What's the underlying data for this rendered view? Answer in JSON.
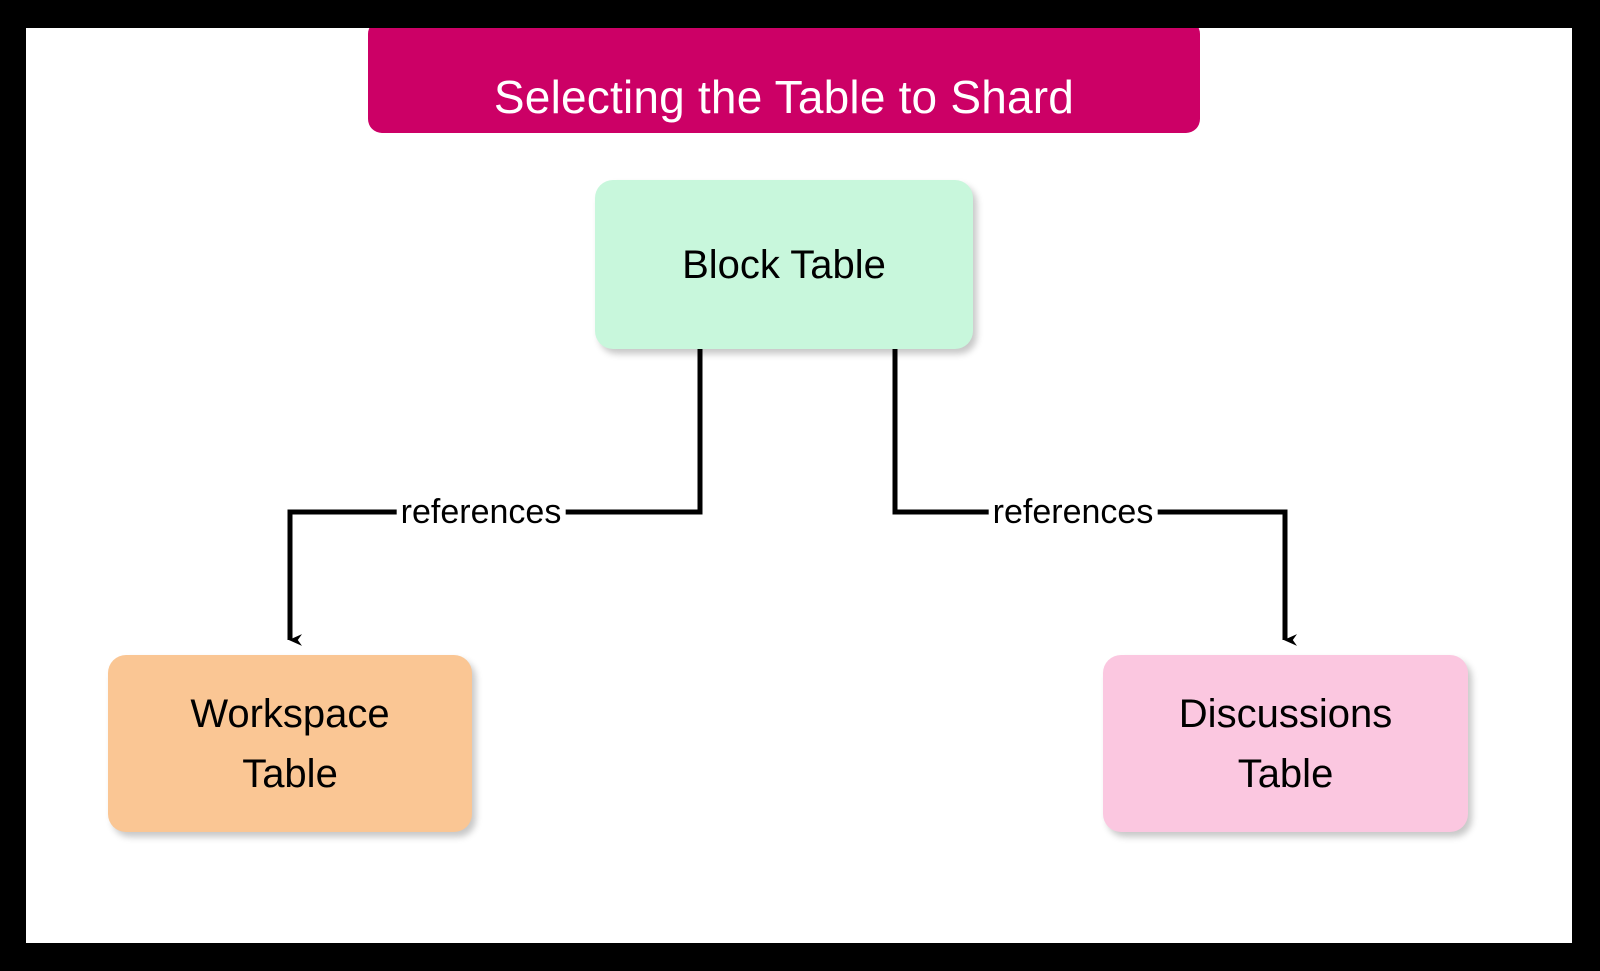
{
  "diagram": {
    "title": "Selecting the Table to Shard",
    "banner_color": "#cc0066",
    "banner_text_color": "#ffffff",
    "canvas_background": "#ffffff",
    "frame_color": "#000000",
    "edge_color": "#000000"
  },
  "nodes": [
    {
      "id": "block-table",
      "label": "Block Table",
      "color": "#c8f7dc",
      "shape": "rounded-rectangle"
    },
    {
      "id": "workspace-table",
      "label": "Workspace\nTable",
      "color": "#fac694",
      "shape": "rounded-rectangle"
    },
    {
      "id": "discussions-table",
      "label": "Discussions\nTable",
      "color": "#fbc7e0",
      "shape": "rounded-rectangle"
    }
  ],
  "edges": [
    {
      "id": "edge-block-workspace",
      "from": "block-table",
      "to": "workspace-table",
      "label": "references",
      "arrow": "down"
    },
    {
      "id": "edge-block-discussions",
      "from": "block-table",
      "to": "discussions-table",
      "label": "references",
      "arrow": "down"
    }
  ],
  "chart_data": {
    "type": "diagram",
    "title": "Selecting the Table to Shard",
    "nodes": [
      "Block Table",
      "Workspace Table",
      "Discussions Table"
    ],
    "relations": [
      {
        "source": "Block Table",
        "target": "Workspace Table",
        "label": "references"
      },
      {
        "source": "Block Table",
        "target": "Discussions Table",
        "label": "references"
      }
    ]
  }
}
